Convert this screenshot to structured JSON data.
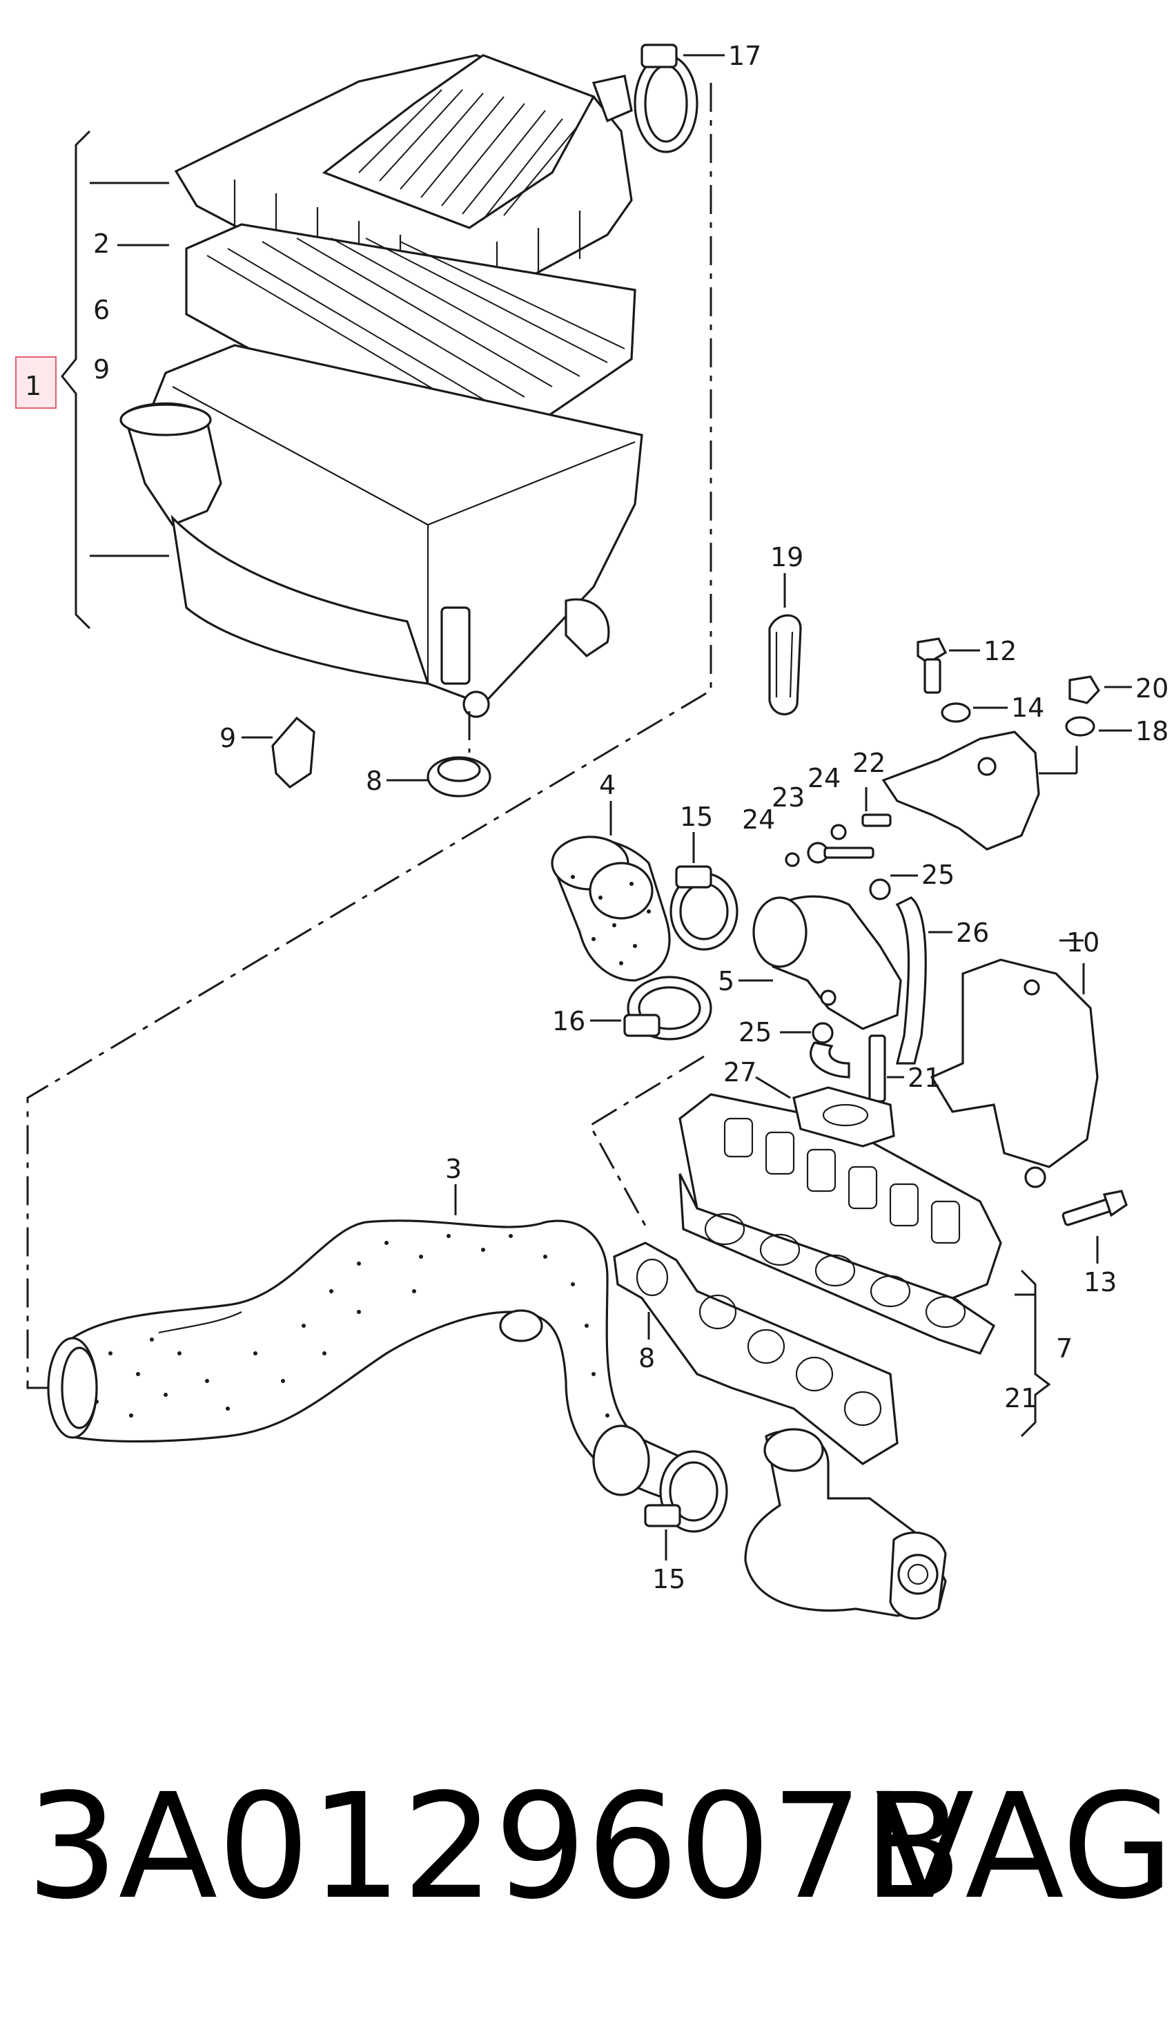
{
  "callouts": {
    "c1": "1",
    "c2": "2",
    "c3": "3",
    "c4": "4",
    "c5": "5",
    "c6": "6",
    "c7": "7",
    "c8a": "8",
    "c8b": "8",
    "c9a": "9",
    "c9b": "9",
    "c10": "10",
    "c12": "12",
    "c13": "13",
    "c14": "14",
    "c15a": "15",
    "c15b": "15",
    "c16": "16",
    "c17": "17",
    "c18": "18",
    "c19": "19",
    "c20": "20",
    "c21a": "21",
    "c21b": "21",
    "c22": "22",
    "c23": "23",
    "c24a": "24",
    "c24b": "24",
    "c25a": "25",
    "c25b": "25",
    "c26": "26",
    "c27": "27"
  },
  "footer": {
    "part_number": "3A0129607B",
    "brand": "VAG"
  },
  "colors": {
    "line": "#1a1a1a",
    "highlight_border": "#e06070"
  }
}
